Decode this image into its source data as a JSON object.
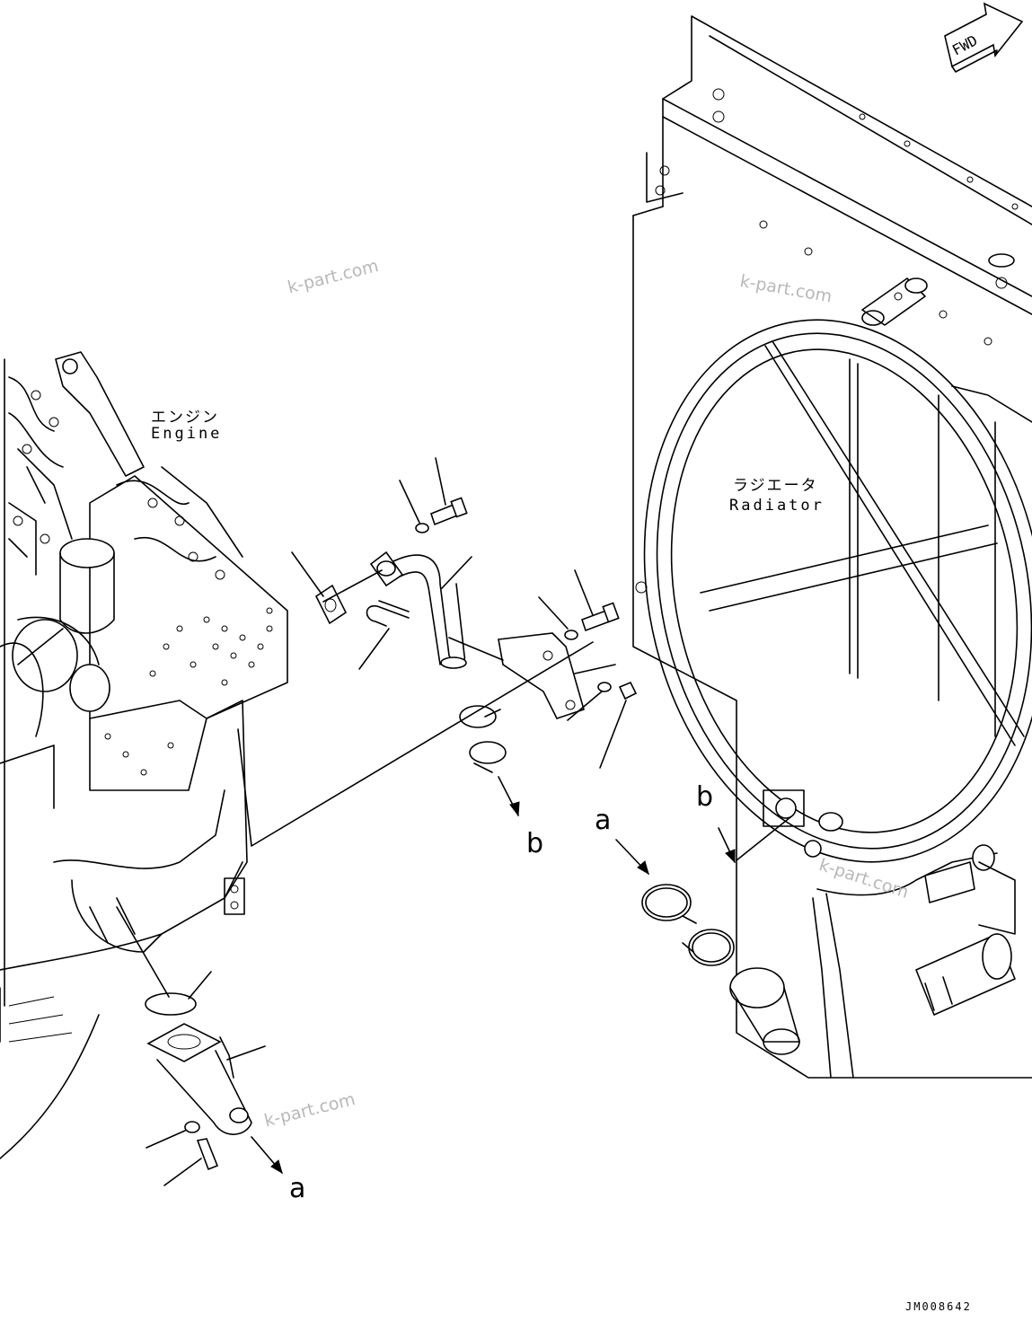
{
  "labels": {
    "engine_jp": "エンジン",
    "engine_en": "Engine",
    "radiator_jp": "ラジエータ",
    "radiator_en": "Radiator",
    "fwd": "FWD",
    "drawing_code": "JM008642"
  },
  "references": {
    "b_upper_pipe": "b",
    "b_radiator": "b",
    "a_radiator": "a",
    "a_lower_elbow": "a"
  },
  "watermarks": [
    "k-part.com",
    "k-part.com",
    "k-part.com",
    "k-part.com"
  ]
}
